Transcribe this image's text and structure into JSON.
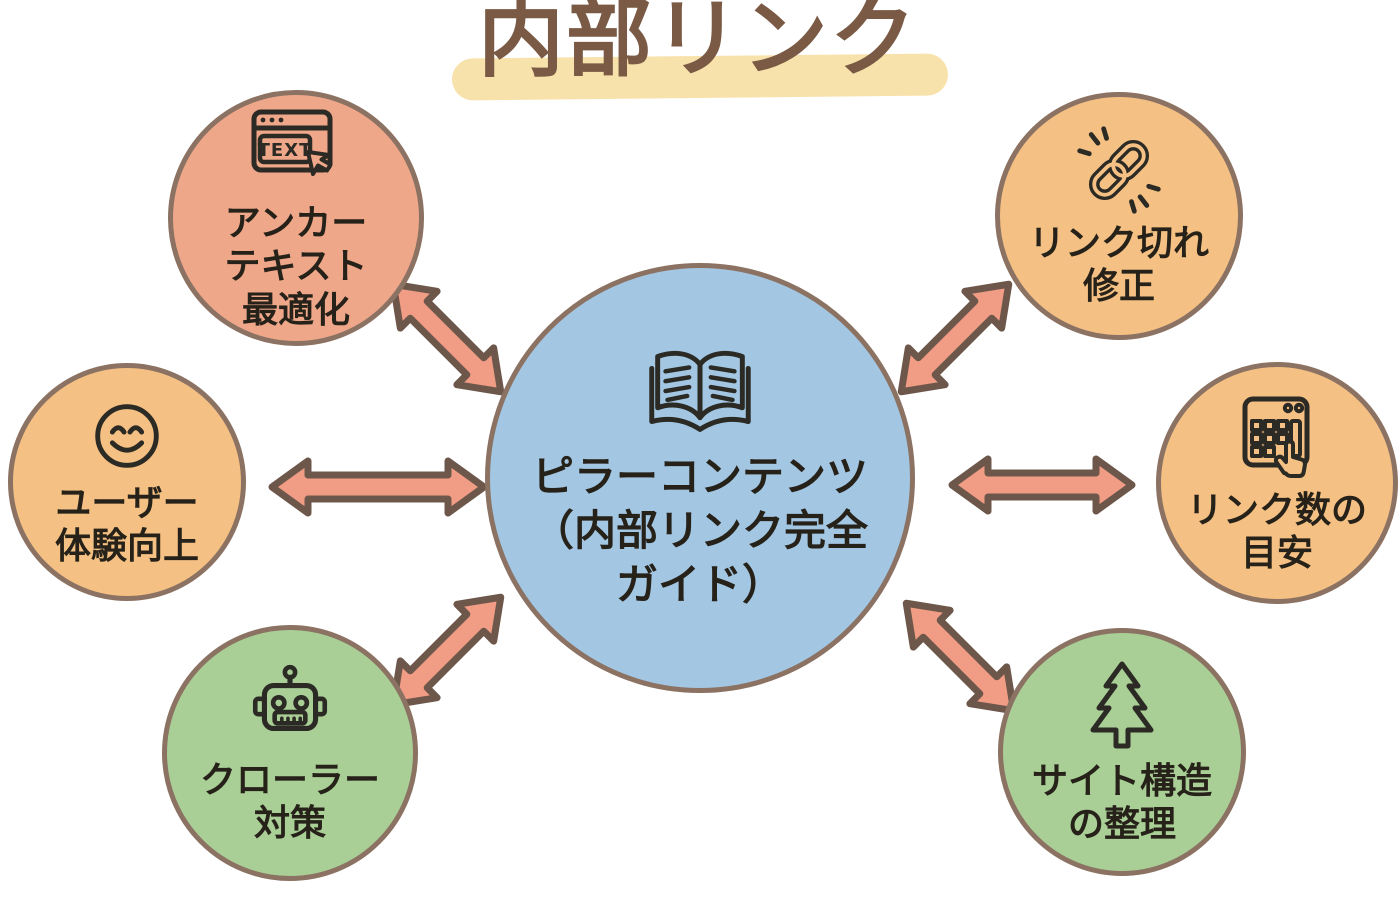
{
  "title": "内部リンク",
  "center": {
    "id": "pillar-content",
    "icon": "open-book-icon",
    "fill": "#a3c6e2",
    "lines": [
      "ピラーコンテンツ",
      "（内部リンク完全",
      "ガイド）"
    ]
  },
  "nodes": [
    {
      "id": "anchor-text-optimization",
      "position": "top-left",
      "icon": "browser-text-cursor-icon",
      "fill": "#efa78a",
      "lines": [
        "アンカー",
        "テキスト",
        "最適化"
      ]
    },
    {
      "id": "broken-link-fix",
      "position": "top-right",
      "icon": "chain-link-icon",
      "fill": "#f4c083",
      "lines": [
        "リンク切れ",
        "修正"
      ]
    },
    {
      "id": "user-experience",
      "position": "middle-left",
      "icon": "smiley-face-icon",
      "fill": "#f4c083",
      "lines": [
        "ユーザー",
        "体験向上"
      ]
    },
    {
      "id": "link-count-guideline",
      "position": "middle-right",
      "icon": "calculator-hand-icon",
      "fill": "#f4c083",
      "lines": [
        "リンク数の",
        "目安"
      ]
    },
    {
      "id": "crawler-measures",
      "position": "bottom-left",
      "icon": "robot-icon",
      "fill": "#a9ce96",
      "lines": [
        "クローラー",
        "対策"
      ]
    },
    {
      "id": "site-structure",
      "position": "bottom-right",
      "icon": "pine-tree-icon",
      "fill": "#a9ce96",
      "lines": [
        "サイト構造",
        "の整理"
      ]
    }
  ],
  "icon_text": {
    "browser_label": "TEXT"
  },
  "colors": {
    "background": "#ffffff",
    "title_text": "#7a5a45",
    "title_highlight": "#f8e2ab",
    "circle_border": "#8b7262",
    "label_text": "#262219",
    "icon_stroke": "#2b2a24",
    "arrow_fill": "#f19c85",
    "arrow_stroke": "#6d574b",
    "salmon": "#efa78a",
    "orange": "#f4c083",
    "green": "#a9ce96",
    "blue": "#a3c6e2"
  }
}
